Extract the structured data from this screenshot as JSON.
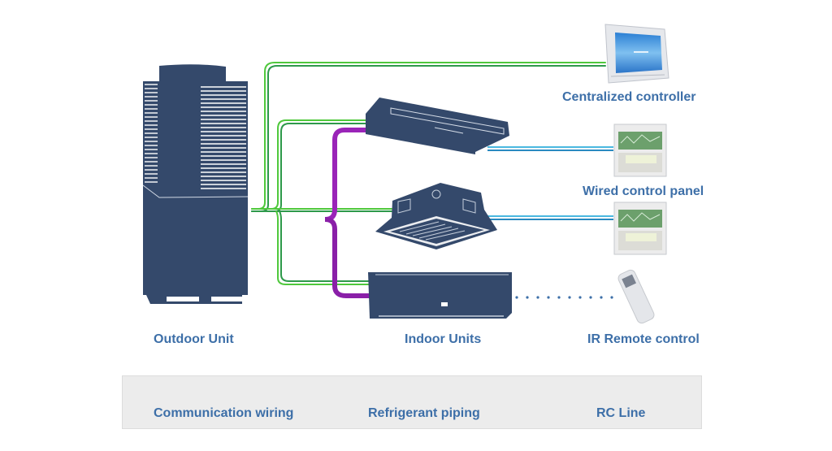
{
  "diagram": {
    "title": "VRF system layout",
    "nodes": {
      "outdoor_unit": {
        "label": "Outdoor Unit"
      },
      "indoor_units": {
        "label": "Indoor Units"
      },
      "centralized_controller": {
        "label": "Centralized controller"
      },
      "wired_control_panel": {
        "label": "Wired control panel"
      },
      "ir_remote": {
        "label": "IR Remote control"
      }
    },
    "legend": [
      {
        "key": "comm",
        "label": "Communication wiring",
        "color": "#4fc83c"
      },
      {
        "key": "refrigerant",
        "label": "Refrigerant piping",
        "color_start": "#ee3ef0",
        "color_end": "#6a1c8c"
      },
      {
        "key": "rc",
        "label": "RC Line",
        "color": "#4ab8e0"
      }
    ],
    "colors": {
      "unit_fill": "#34496b",
      "label_text": "#3d6fa8",
      "comm_wire": "#4fc83c",
      "rc_line": "#4ab8e0",
      "ir_dots": "#3d6fa8"
    }
  }
}
